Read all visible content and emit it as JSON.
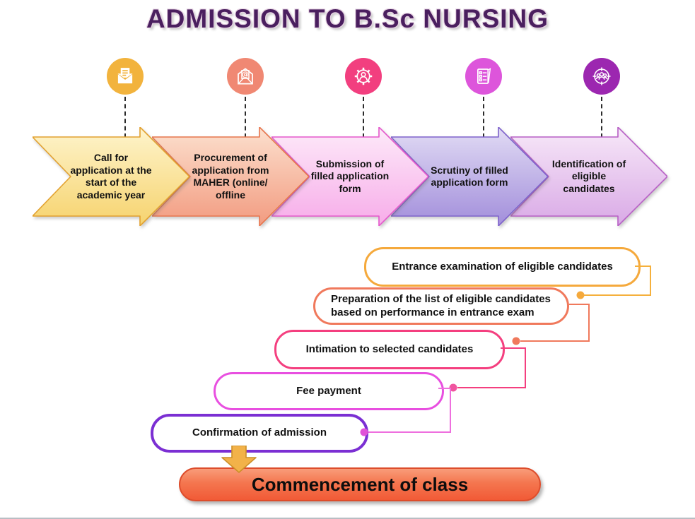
{
  "title": "ADMISSION TO B.Sc NURSING",
  "palette": {
    "title_color": "#4A1F5F",
    "icon_bg": [
      "#F2B33D",
      "#F08873",
      "#F23F7F",
      "#DD55DB",
      "#9C27B0"
    ],
    "arrow_borders": [
      "#E2A12F",
      "#E8764E",
      "#E559CC",
      "#7F63CC",
      "#B85FC6"
    ],
    "step_borders": [
      "#F5A93C",
      "#F0795C",
      "#F43F7F",
      "#E84FE0",
      "#7B2FD3"
    ],
    "banner_fill": "#F15A36",
    "banner_border": "#DD4D2C",
    "down_arrow_fill": "#F2B249"
  },
  "arrows": [
    {
      "icon": "mail-document-icon",
      "label": "Call for\napplication at the\nstart of the\nacademic year"
    },
    {
      "icon": "mail-at-icon",
      "label": "Procurement of\napplication from\nMAHER (online/\noffline"
    },
    {
      "icon": "person-gear-icon",
      "label": "Submission of\nfilled application\nform"
    },
    {
      "icon": "checklist-icon",
      "label": "Scrutiny of filled\napplication form"
    },
    {
      "icon": "people-target-icon",
      "label": "Identification of\neligible\ncandidates"
    }
  ],
  "steps": [
    {
      "label": "Entrance examination of eligible candidates"
    },
    {
      "label": "Preparation of the list of eligible candidates\nbased on performance in entrance exam"
    },
    {
      "label": "Intimation to selected candidates"
    },
    {
      "label": "Fee payment"
    },
    {
      "label": "Confirmation of admission"
    }
  ],
  "final_step": {
    "label": "Commencement of class"
  }
}
